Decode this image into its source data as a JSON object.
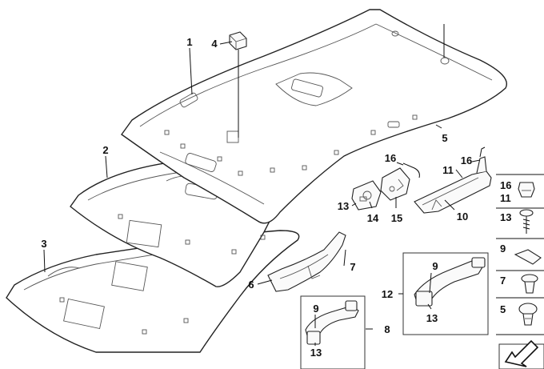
{
  "callouts": {
    "c1": "1",
    "c2": "2",
    "c3": "3",
    "c4": "4",
    "c5": "5",
    "c6": "6",
    "c7": "7",
    "c8": "8",
    "c9a": "9",
    "c9b": "9",
    "c10": "10",
    "c11": "11",
    "c12": "12",
    "c13a": "13",
    "c13b": "13",
    "c13c": "13",
    "c14": "14",
    "c15": "15",
    "c16a": "16",
    "c16b": "16"
  },
  "legend": {
    "r16": "16",
    "r11": "11",
    "r13": "13",
    "r9": "9",
    "r7": "7",
    "r5": "5"
  }
}
